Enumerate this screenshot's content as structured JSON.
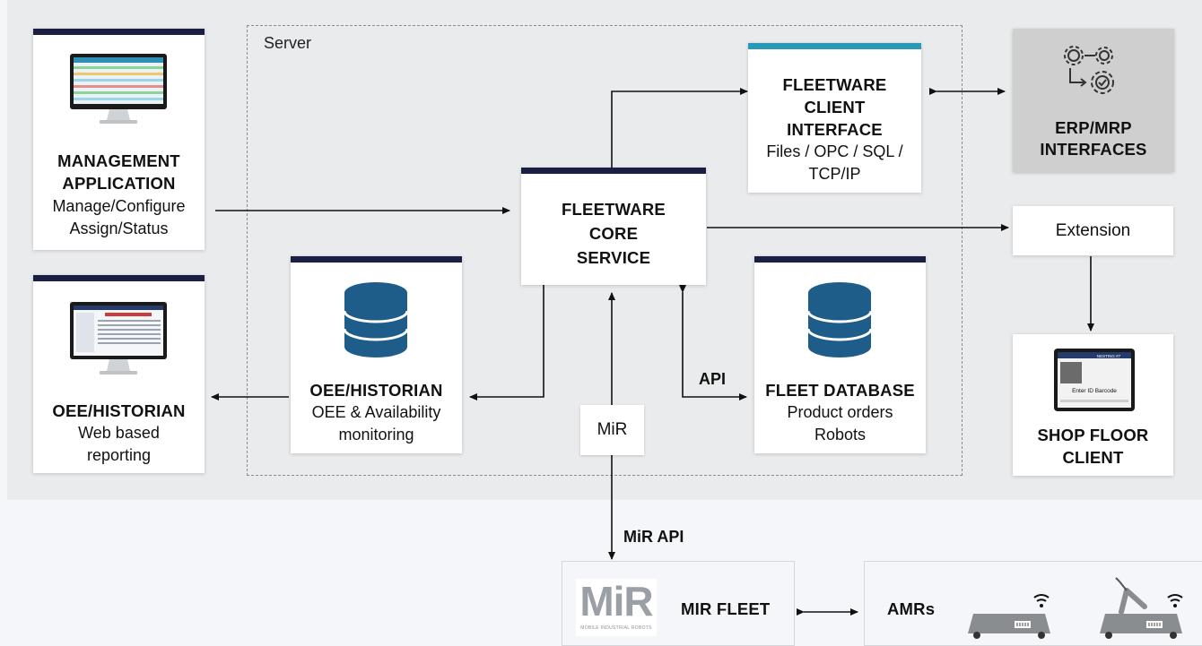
{
  "server_label": "Server",
  "management": {
    "title_1": "MANAGEMENT",
    "title_2": "APPLICATION",
    "sub_1": "Manage/Configure",
    "sub_2": "Assign/Status"
  },
  "oee_web": {
    "title": "OEE/HISTORIAN",
    "sub_1": "Web based",
    "sub_2": "reporting"
  },
  "oee_db": {
    "title": "OEE/HISTORIAN",
    "sub_1": "OEE & Availability",
    "sub_2": "monitoring"
  },
  "core": {
    "line_1": "FLEETWARE",
    "line_2": "CORE",
    "line_3": "SERVICE"
  },
  "client_interface": {
    "line_1": "FLEETWARE",
    "line_2": "CLIENT",
    "line_3": "INTERFACE",
    "sub_1": "Files / OPC / SQL /",
    "sub_2": "TCP/IP"
  },
  "erp": {
    "line_1": "ERP/MRP",
    "line_2": "INTERFACES"
  },
  "extension": {
    "label": "Extension"
  },
  "fleet_db": {
    "title": "FLEET DATABASE",
    "sub_1": "Product orders",
    "sub_2": "Robots"
  },
  "shop_floor": {
    "line_1": "SHOP FLOOR",
    "line_2": "CLIENT",
    "screen_header": "NESTING #7",
    "screen_prompt": "Enter ID Barcode"
  },
  "api_label": "API",
  "mir_box": "MiR",
  "mir_api_label": "MiR API",
  "mir_fleet": {
    "logo_text": "MiR",
    "logo_sub": "MOBILE INDUSTRIAL ROBOTS",
    "label": "MIR FLEET"
  },
  "amrs": {
    "label": "AMRs"
  },
  "colors": {
    "navy": "#1c1f44",
    "teal": "#2a99b8",
    "db_blue": "#1e5c8a",
    "grey_box": "#cfcfcf"
  }
}
